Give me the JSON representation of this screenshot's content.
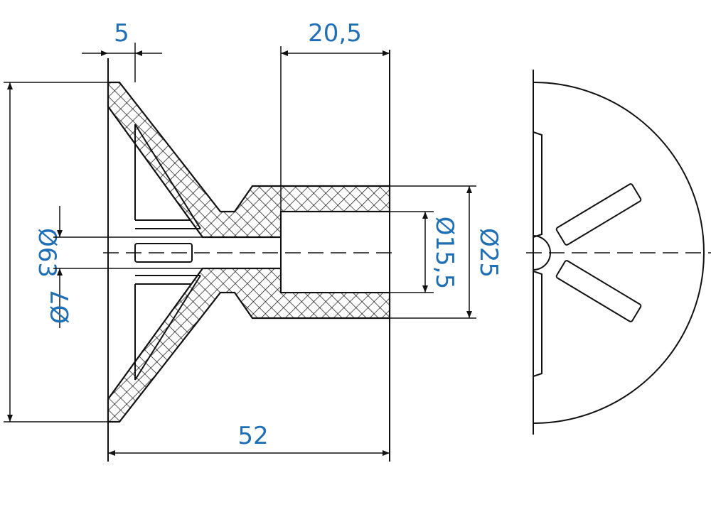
{
  "dimensions": {
    "flange_thickness": "5",
    "bore_depth": "20,5",
    "outer_diameter": "Ø63",
    "hole_diameter": "Ø7",
    "bore_diameter": "Ø15,5",
    "hub_diameter": "Ø25",
    "total_length": "52"
  },
  "colors": {
    "dimension_text": "#1f6fb5",
    "outline": "#111111"
  }
}
